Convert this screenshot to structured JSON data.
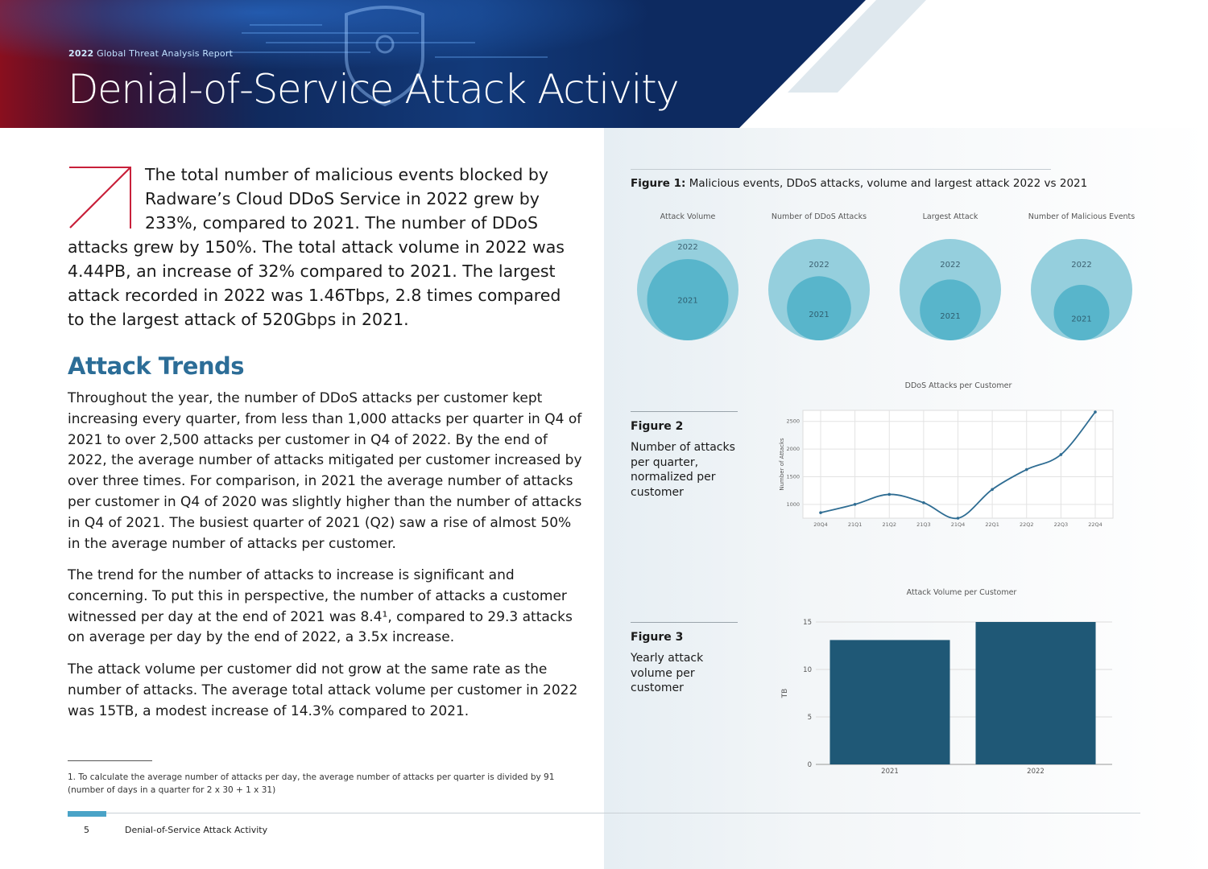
{
  "header": {
    "kicker_year": "2022",
    "kicker_rest": " Global Threat Analysis Report",
    "title": "Denial-of-Service Attack Activity"
  },
  "intro": "The total number of malicious events blocked by Radware’s Cloud DDoS Service in 2022 grew by 233%, compared to 2021. The number of DDoS attacks grew by 150%. The total attack volume in 2022 was 4.44PB, an increase of 32% compared to 2021. The largest attack recorded in 2022 was 1.46Tbps, 2.8 times compared to the largest attack of 520Gbps in 2021.",
  "section_heading": "Attack Trends",
  "paragraphs": [
    "Throughout the year, the number of DDoS attacks per customer kept increasing every quarter, from less than 1,000 attacks per quarter in Q4 of 2021 to over 2,500 attacks per customer in Q4 of 2022. By the end of 2022, the average number of attacks mitigated per customer increased by over three times. For comparison, in 2021 the average number of attacks per customer in Q4 of 2020 was slightly higher than the number of attacks in Q4 of 2021. The busiest quarter of 2021 (Q2) saw a rise of almost 50% in the average number of attacks per customer.",
    "The trend for the number of attacks to increase is significant and concerning. To put this in perspective, the number of attacks a customer witnessed per day at the end of 2021 was 8.4¹, compared to 29.3 attacks on average per day by the end of 2022, a 3.5x increase.",
    "The attack volume per customer did not grow at the same rate as the number of attacks. The average total attack volume per customer in 2022 was 15TB, a modest increase of 14.3% compared to 2021."
  ],
  "footnote": "1.  To calculate the average number of attacks per day, the average number of attacks per quarter is divided by 91 (number of days in a quarter for 2 x 30 + 1 x 31)",
  "footer": {
    "page_number": "5",
    "title": "Denial-of-Service Attack Activity"
  },
  "figures": {
    "fig1": {
      "label": "Figure 1:",
      "caption": " Malicious events, DDoS attacks, volume and largest attack 2022 vs 2021"
    },
    "fig2": {
      "label": "Figure 2",
      "description": "Number of attacks per quarter, normalized per customer"
    },
    "fig3": {
      "label": "Figure 3",
      "description": "Yearly attack volume per customer"
    }
  },
  "colors": {
    "circle_2022": "#95cfdd",
    "circle_2021": "#58b5cb",
    "line": "#2f6d93",
    "bar": "#1f5876",
    "heading": "#2c6d97",
    "accent": "#c8203a"
  },
  "chart_data": [
    {
      "type": "bubble-comparison",
      "panels": [
        {
          "title": "Attack Volume",
          "series": [
            {
              "name": "2022",
              "ratio": 1.0
            },
            {
              "name": "2021",
              "ratio": 0.76
            }
          ]
        },
        {
          "title": "Number of DDoS Attacks",
          "series": [
            {
              "name": "2022",
              "ratio": 1.0
            },
            {
              "name": "2021",
              "ratio": 0.4
            }
          ]
        },
        {
          "title": "Largest Attack",
          "series": [
            {
              "name": "2022",
              "ratio": 1.0
            },
            {
              "name": "2021",
              "ratio": 0.36
            }
          ]
        },
        {
          "title": "Number of Malicious Events",
          "series": [
            {
              "name": "2022",
              "ratio": 1.0
            },
            {
              "name": "2021",
              "ratio": 0.3
            }
          ]
        }
      ]
    },
    {
      "type": "line",
      "title": "DDoS Attacks per Customer",
      "ylabel": "Number of Attacks",
      "categories": [
        "20Q4",
        "21Q1",
        "21Q2",
        "21Q3",
        "21Q4",
        "22Q1",
        "22Q2",
        "22Q3",
        "22Q4"
      ],
      "values": [
        850,
        1000,
        1180,
        1030,
        750,
        1270,
        1630,
        1900,
        2670
      ],
      "ylim": [
        750,
        2700
      ],
      "yticks": [
        1000,
        1500,
        2000,
        2500
      ],
      "grid": true
    },
    {
      "type": "bar",
      "title": "Attack Volume per Customer",
      "ylabel": "TB",
      "categories": [
        "2021",
        "2022"
      ],
      "values": [
        13.1,
        15
      ],
      "ylim": [
        0,
        15
      ],
      "yticks": [
        0,
        5,
        10,
        15
      ]
    }
  ]
}
